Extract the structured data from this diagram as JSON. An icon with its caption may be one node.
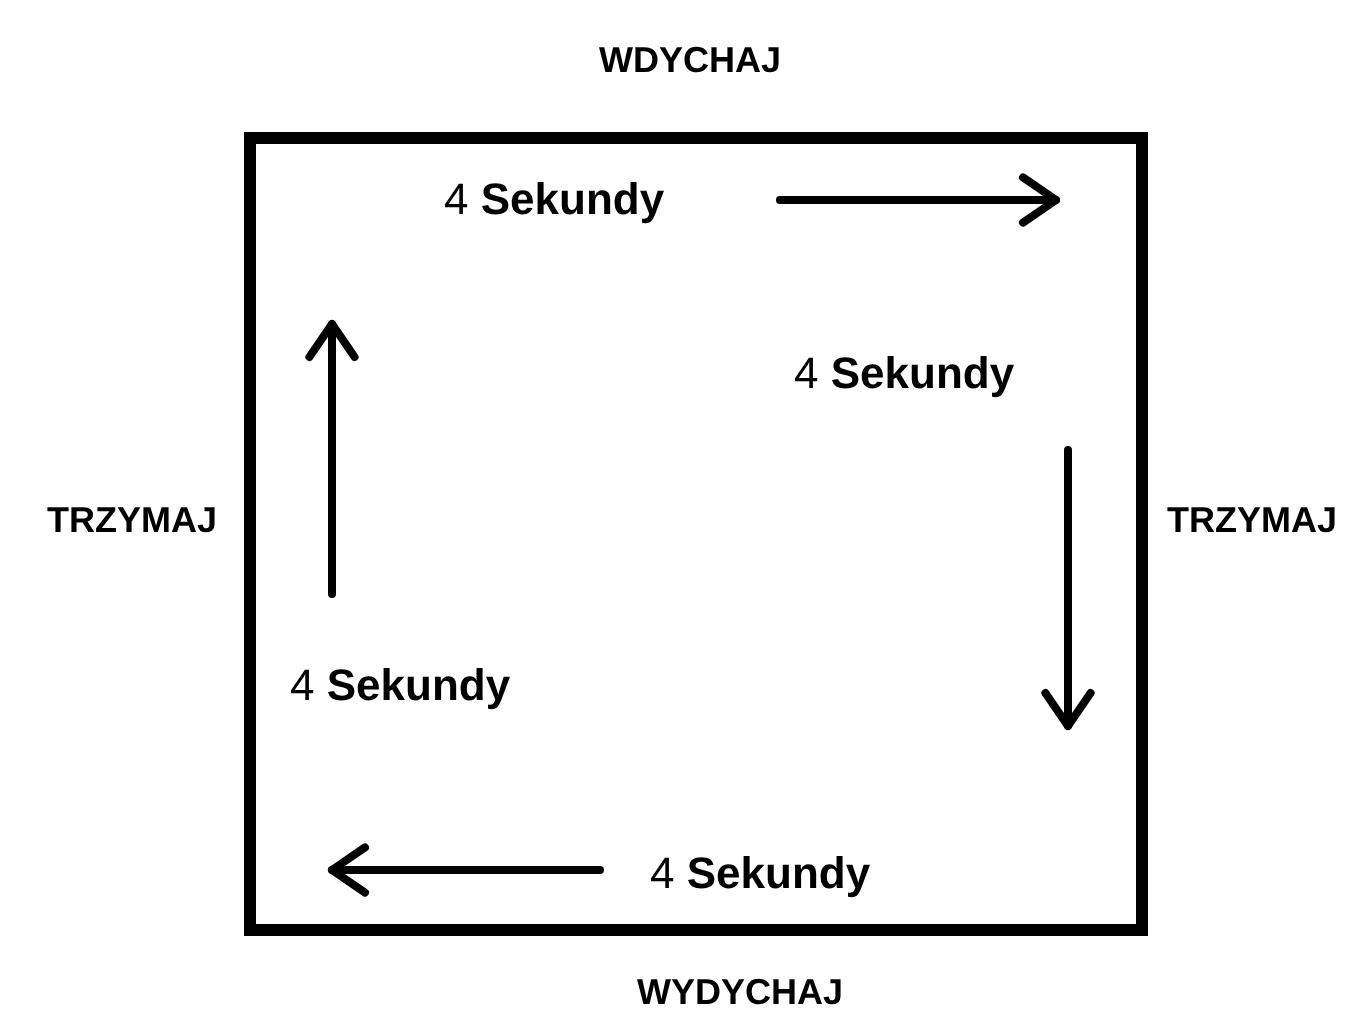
{
  "diagram": {
    "nodes": [
      {
        "text": [
          "4 **Sekundy**",
          "4 **Sekundy**",
          "4 **Sekundy**",
          "4 **Sekundy**"
        ],
        "beside": [
          "WDYCHAJ",
          "TRZYMAJ",
          "TRZYMAJ",
          "WYDYCHAJ"
        ]
      }
    ]
  }
}
